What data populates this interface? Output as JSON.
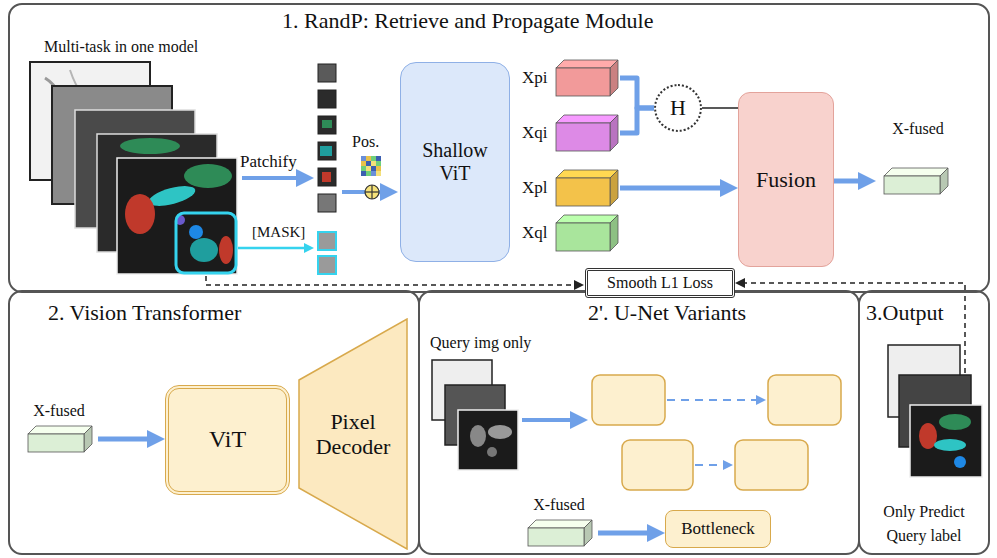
{
  "diagram": {
    "nodes": [
      {
        "text": [
          "1. RandP: Retrieve and Propagate Module"
        ]
      },
      {
        "text": [
          "Shallow ViT"
        ],
        "in": 0
      },
      {
        "text": [
          "Xpi"
        ],
        "in": 0
      },
      {
        "text": [
          "Xqi"
        ],
        "in": 0
      },
      {
        "text": [
          "Xpl"
        ],
        "in": 0
      },
      {
        "text": [
          "Xql"
        ],
        "in": 0
      },
      {
        "text": [
          "H"
        ],
        "in": 0
      },
      {
        "text": [
          "Fusion"
        ],
        "in": 0
      },
      {
        "text": [
          "X-fused"
        ],
        "in": 0
      },
      {
        "text": [
          "Smooth L1 Loss"
        ],
        "in": 0
      },
      {
        "text": [
          "2. Vision Transformer"
        ]
      },
      {
        "text": [
          "X-fused"
        ],
        "in": 10
      },
      {
        "text": [
          "ViT"
        ],
        "in": 10
      },
      {
        "text": [
          "Pixel Decoder"
        ],
        "in": 10
      },
      {
        "text": [
          "2'. U-Net Variants"
        ]
      },
      {
        "text": [
          "X-fused"
        ],
        "in": 14
      },
      {
        "text": [
          "Bottleneck"
        ],
        "in": 14
      },
      {
        "text": [
          "3.Output",
          "Only Predict Query label"
        ]
      }
    ],
    "edges": [
      {
        "from": 2,
        "to": 6,
        "arrow": "none"
      },
      {
        "from": 3,
        "to": 6,
        "arrow": "none"
      },
      {
        "from": 6,
        "to": 7,
        "arrow": "none"
      },
      {
        "from": 4,
        "to": 7,
        "arrow": "to"
      },
      {
        "from": 7,
        "to": 8,
        "arrow": "to"
      },
      {
        "from": 11,
        "to": 12,
        "arrow": "to"
      },
      {
        "from": 15,
        "to": 16,
        "arrow": "to"
      },
      {
        "from": 17,
        "to": 9,
        "arrow": "to"
      }
    ],
    "labels": [
      "Multi-task in one model",
      "Patchify",
      "Pos.",
      "[MASK]",
      "Query img only"
    ]
  }
}
